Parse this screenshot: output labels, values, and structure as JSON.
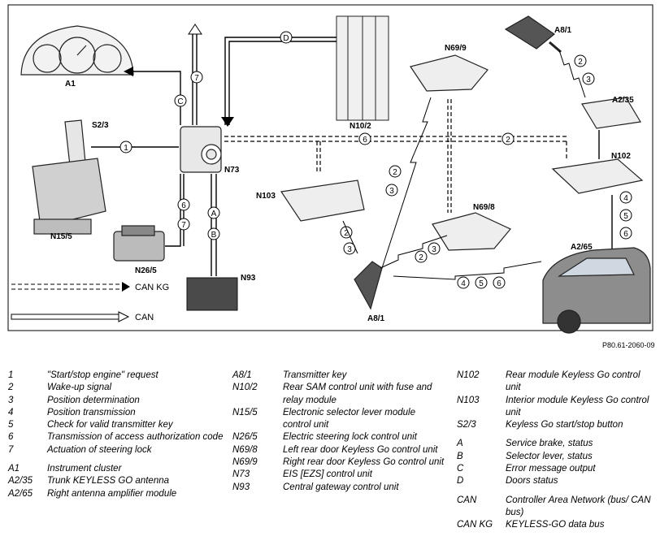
{
  "diagram": {
    "ref_code": "P80.61-2060-09",
    "components": {
      "A1": "A1",
      "S2_3": "S2/3",
      "N15_5": "N15/5",
      "N26_5": "N26/5",
      "N73": "N73",
      "N93": "N93",
      "N10_2": "N10/2",
      "N103": "N103",
      "N69_9": "N69/9",
      "N69_8": "N69/8",
      "A8_1_top": "A8/1",
      "A8_1_bottom": "A8/1",
      "A2_35": "A2/35",
      "N102": "N102",
      "A2_65": "A2/65"
    },
    "signals": {
      "s1": "1",
      "s2a": "2",
      "s2b": "2",
      "s2c": "2",
      "s2d": "2",
      "s2e": "2",
      "s3a": "3",
      "s3b": "3",
      "s3c": "3",
      "s3d": "3",
      "s4": "4",
      "s4b": "4",
      "s5": "5",
      "s5b": "5",
      "s6a": "6",
      "s6b": "6",
      "s6c": "6",
      "s6d": "6",
      "s7a": "7",
      "s7b": "7",
      "sA": "A",
      "sB": "B",
      "sC": "C",
      "sD": "D"
    },
    "key_legend": {
      "can_kg": "CAN KG",
      "can": "CAN"
    }
  },
  "legend": {
    "col1": [
      {
        "key": "1",
        "text": "\"Start/stop engine\" request"
      },
      {
        "key": "2",
        "text": "Wake-up signal"
      },
      {
        "key": "3",
        "text": "Position determination"
      },
      {
        "key": "4",
        "text": "Position transmission"
      },
      {
        "key": "5",
        "text": "Check for valid transmitter key"
      },
      {
        "key": "6",
        "text": "Transmission of access authorization code"
      },
      {
        "key": "7",
        "text": "Actuation of steering lock"
      },
      {
        "key": "A1",
        "text": "Instrument cluster"
      },
      {
        "key": "A2/35",
        "text": "Trunk KEYLESS GO antenna"
      },
      {
        "key": "A2/65",
        "text": "Right antenna amplifier module"
      }
    ],
    "col2": [
      {
        "key": "A8/1",
        "text": "Transmitter key"
      },
      {
        "key": "N10/2",
        "text": "Rear SAM control unit with fuse and relay module"
      },
      {
        "key": "N15/5",
        "text": "Electronic selector lever module control unit"
      },
      {
        "key": "N26/5",
        "text": "Electric steering lock control unit"
      },
      {
        "key": "N69/8",
        "text": "Left rear door Keyless Go control unit"
      },
      {
        "key": "N69/9",
        "text": "Right rear door Keyless Go control unit"
      },
      {
        "key": "N73",
        "text": "EIS [EZS] control unit"
      },
      {
        "key": "N93",
        "text": "Central gateway control unit"
      }
    ],
    "col3": [
      {
        "key": "N102",
        "text": "Rear module Keyless Go control unit"
      },
      {
        "key": "N103",
        "text": "Interior module Keyless Go control unit"
      },
      {
        "key": "S2/3",
        "text": "Keyless Go start/stop button"
      },
      {
        "key": "A",
        "text": "Service brake, status"
      },
      {
        "key": "B",
        "text": "Selector lever, status"
      },
      {
        "key": "C",
        "text": "Error message output"
      },
      {
        "key": "D",
        "text": "Doors status"
      },
      {
        "key": "CAN",
        "text": "Controller Area Network (bus/ CAN bus)"
      },
      {
        "key": "CAN KG",
        "text": "KEYLESS-GO data bus"
      }
    ]
  }
}
